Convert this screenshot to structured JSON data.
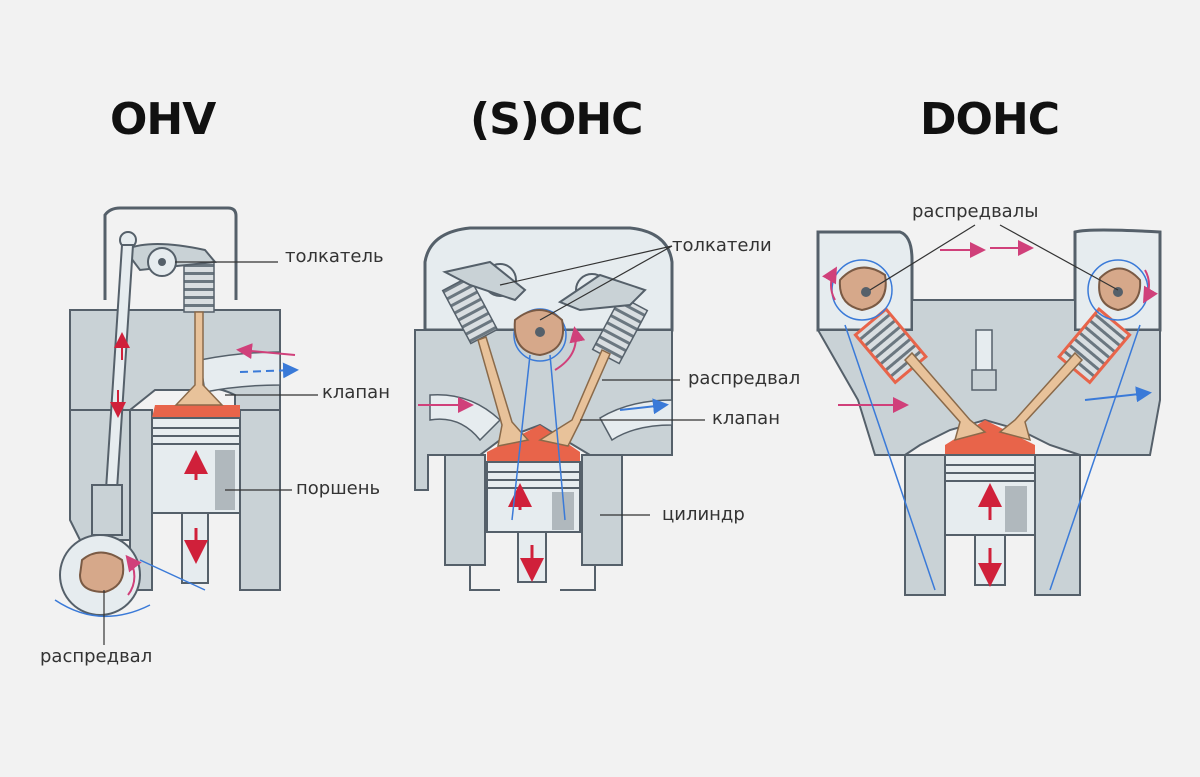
{
  "titles": {
    "ohv": "OHV",
    "sohc": "(S)OHC",
    "dohc": "DOHC"
  },
  "labels": {
    "ohv": {
      "pushrod": "толкатель",
      "valve": "клапан",
      "piston": "поршень",
      "camshaft": "распредвал"
    },
    "sohc": {
      "pushrods": "толкатели",
      "camshaft": "распредвал",
      "valve": "клапан",
      "cylinder": "цилиндр"
    },
    "dohc": {
      "camshafts": "распредвалы"
    }
  },
  "colors": {
    "background": "#f2f2f2",
    "metal": "#c9d2d6",
    "metal_dark": "#9aa6ad",
    "outline": "#55606a",
    "cam": "#d6a88a",
    "valve": "#e8c29a",
    "combustion": "#e8644a",
    "arrow_red": "#d0203a",
    "arrow_pink": "#d0407a",
    "arrow_blue": "#3a7ad8",
    "leader": "#333333"
  }
}
